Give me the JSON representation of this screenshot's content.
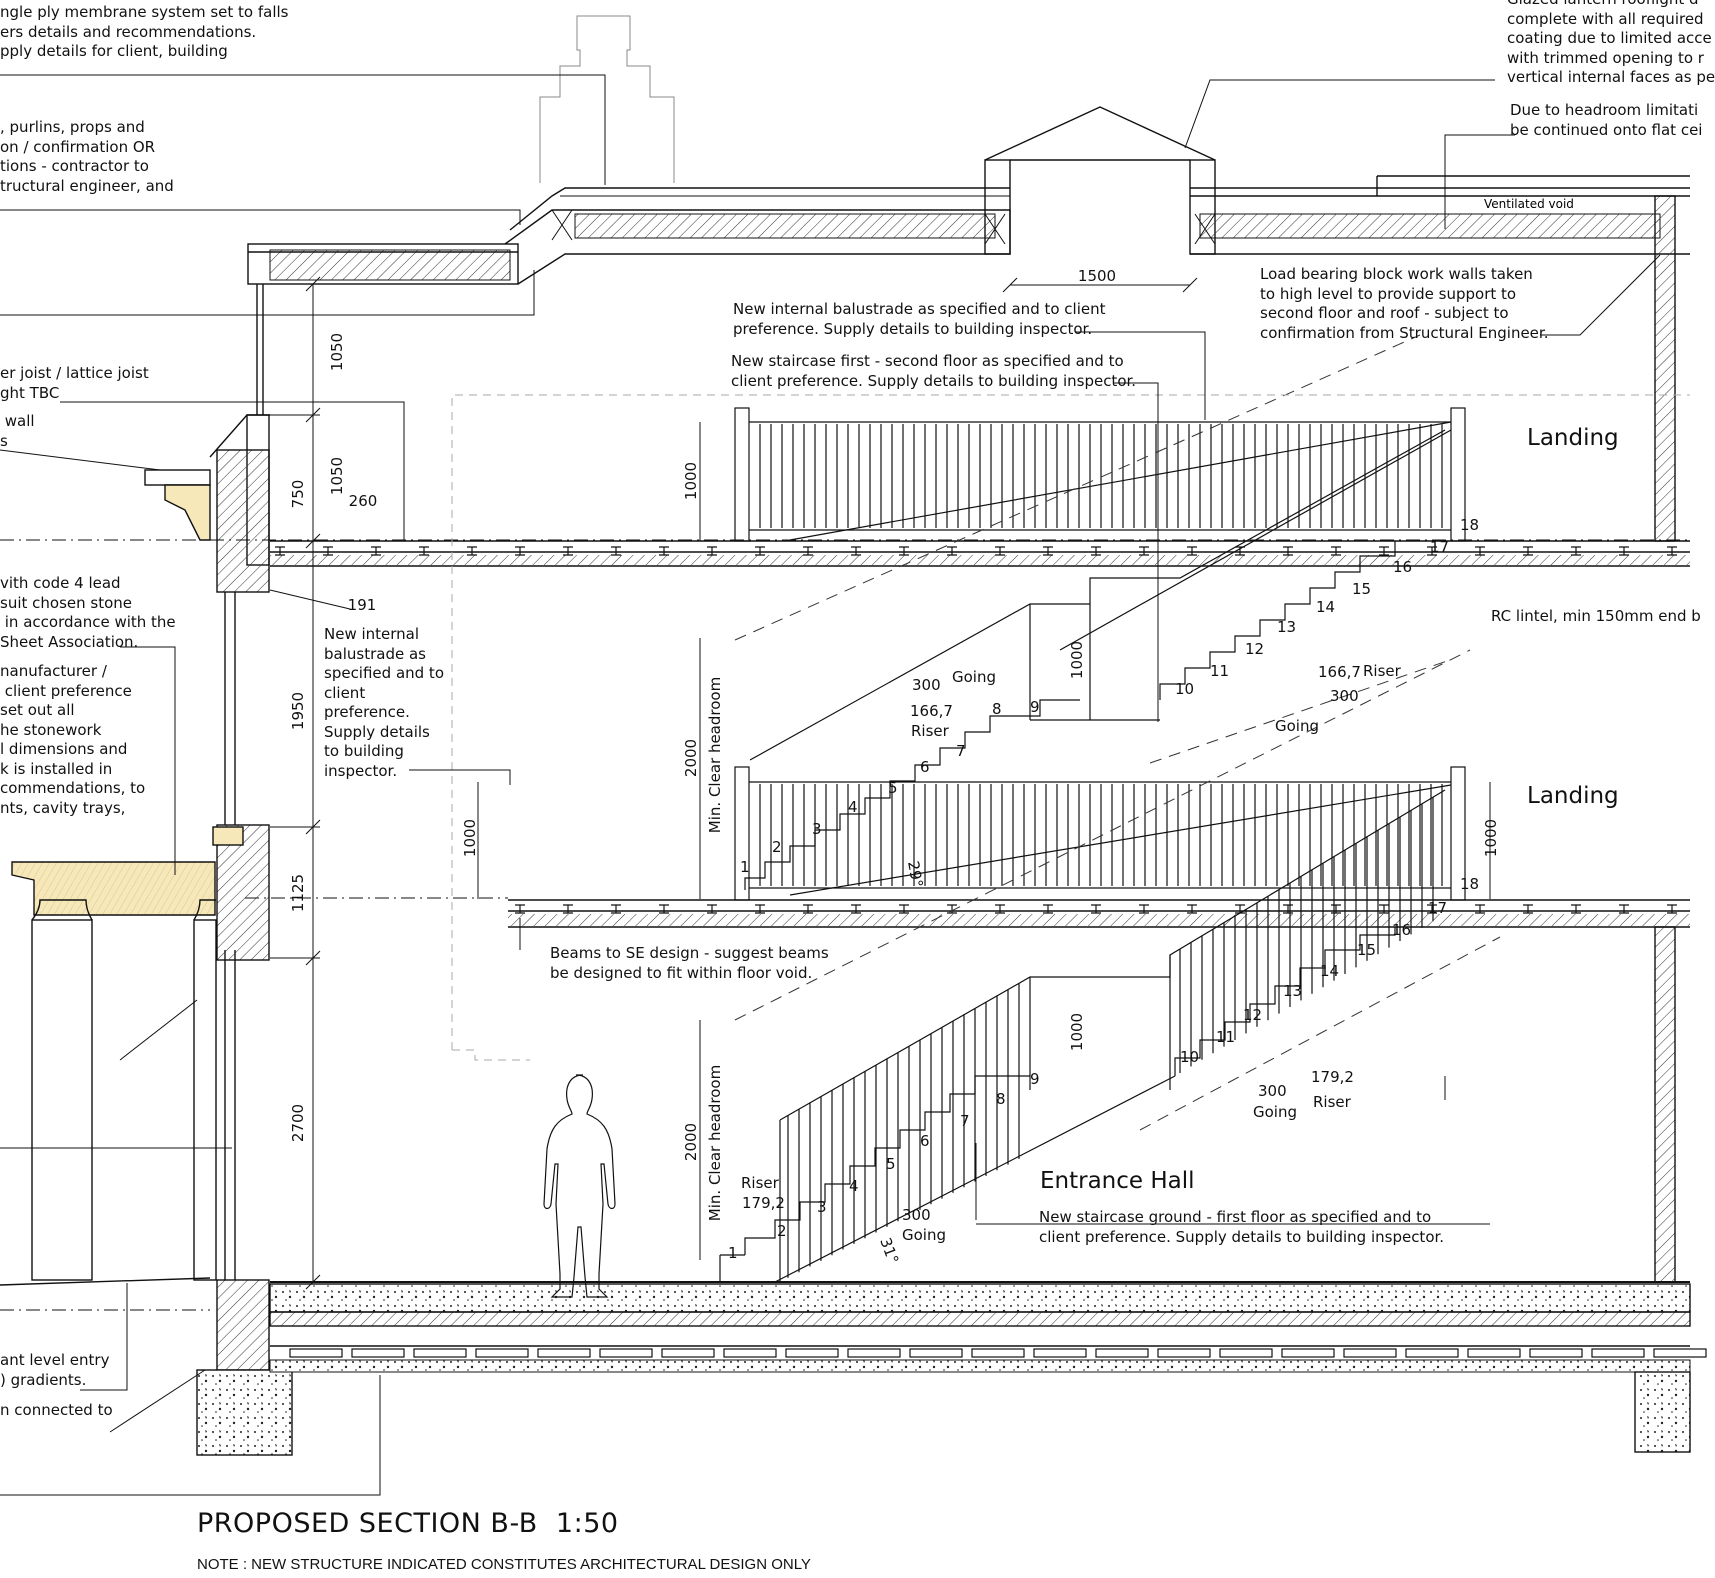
{
  "title": "PROPOSED SECTION B-B  1:50",
  "note": "NOTE : NEW STRUCTURE INDICATED CONSTITUTES ARCHITECTURAL DESIGN ONLY",
  "rooms": {
    "landing_upper": "Landing",
    "landing_lower": "Landing",
    "entrance_hall": "Entrance Hall"
  },
  "annotations": {
    "membrane": "ngle ply membrane system set to falls\ners details and recommendations.\npply details for client, building",
    "purlins": ", purlins, props and\non / confirmation OR\ntions - contractor to\ntructural engineer, and",
    "joist": "er joist / lattice joist\nght TBC",
    "wall": " wall\ns",
    "lead": "vith code 4 lead\nsuit chosen stone\n in accordance with the\nSheet Association.",
    "manufacturer": "nanufacturer /\n client preference\nset out all\nhe stonework\nl dimensions and\nk is installed in\ncommendations, to\nnts, cavity trays,",
    "entry": "ant level entry\n) gradients.",
    "connected": "n connected to",
    "glazed_lantern": "Glazed lantern rooflight d\ncomplete with all required\ncoating due to limited acce\nwith trimmed opening to r\nvertical internal faces as pe",
    "headroom_limit": "Due to headroom limitati\nbe continued onto flat cei",
    "ventilated_void": "Ventilated void",
    "load_bearing": "Load bearing block work walls taken\nto high level to provide support to\nsecond floor and roof - subject to\nconfirmation from Structural Engineer.",
    "balustrade_top": "New internal balustrade as specified and to client\npreference. Supply details to building inspector.",
    "staircase_first_second": "New staircase first - second floor as specified and to\nclient preference. Supply details to building inspector.",
    "balustrade_left": "New internal\nbalustrade as\nspecified and to\nclient\npreference.\nSupply details\nto building\ninspector.",
    "rc_lintel": "RC lintel, min 150mm end b",
    "beams": "Beams to SE design - suggest beams\nbe designed to fit within floor void.",
    "staircase_ground_first": "New staircase ground - first floor as specified and to\nclient preference. Supply details to building inspector."
  },
  "dimensions": {
    "d1500": "1500",
    "d1050a": "1050",
    "d1050b": "1050",
    "d750": "750",
    "d260": "260",
    "d191": "191",
    "d1950": "1950",
    "d1125": "1125",
    "d2700": "2700",
    "d1000_upper": "1000",
    "d1000_left": "1000",
    "d1000_right": "1000",
    "d1000_stair_upper": "1000",
    "d1000_stair_lower": "1000",
    "d2000_upper": "2000",
    "d2000_lower": "2000",
    "headroom_upper": "Min. Clear headroom",
    "headroom_lower": "Min. Clear headroom",
    "angle_upper": "29°",
    "angle_lower": "31°"
  },
  "step_labels": {
    "upper_going_a": "300",
    "upper_going_a_lbl": "Going",
    "upper_riser_a": "166,7",
    "upper_riser_a_lbl": "Riser",
    "upper_riser_b": "166,7",
    "upper_riser_b_lbl": "Riser",
    "upper_going_b": "300",
    "upper_going_b_lbl": "Going",
    "lower_riser_a_lbl": "Riser",
    "lower_riser_a": "179,2",
    "lower_going_a": "300",
    "lower_going_a_lbl": "Going",
    "lower_going_b": "300",
    "lower_going_b_lbl": "Going",
    "lower_riser_b": "179,2",
    "lower_riser_b_lbl": "Riser"
  },
  "step_numbers": [
    "1",
    "2",
    "3",
    "4",
    "5",
    "6",
    "7",
    "8",
    "9",
    "10",
    "11",
    "12",
    "13",
    "14",
    "15",
    "16",
    "17",
    "18"
  ]
}
